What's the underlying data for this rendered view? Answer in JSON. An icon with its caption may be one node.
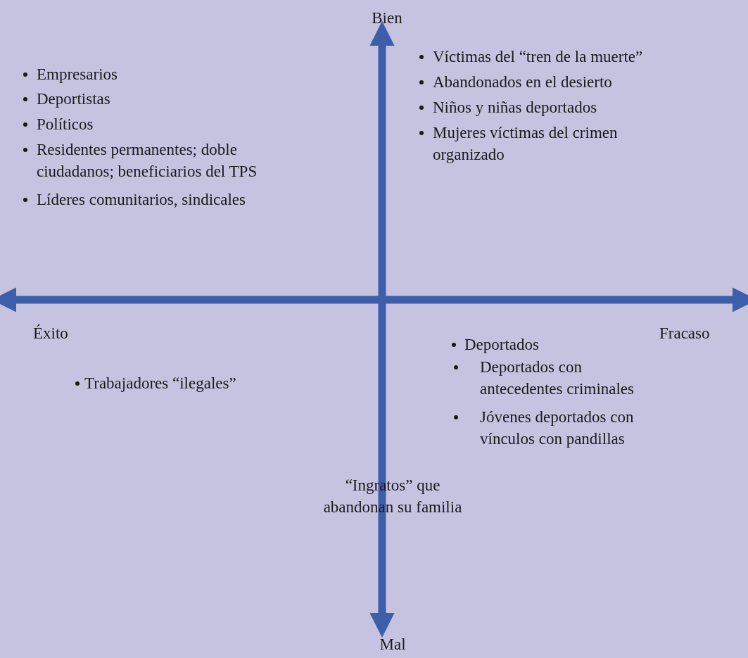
{
  "diagram": {
    "labels": [
      "Bien",
      "Empresarios",
      "Deportistas",
      "Políticos",
      "Residentes permanentes; doble ciudadanos; beneficiarios del TPS",
      "Líderes comunitarios, sindicales",
      "Víctimas del “tren de la muerte”",
      "Abandonados en el desierto",
      "Niños y niñas deportados",
      "Mujeres víctimas del crimen organizado",
      "Éxito",
      "Fracaso",
      "Deportados",
      "Deportados con antecedentes criminales",
      "Jóvenes deportados con vínculos con pandillas",
      "Trabajadores “ilegales”",
      "“Ingratos” que abandonan su familia",
      "Mal"
    ]
  }
}
